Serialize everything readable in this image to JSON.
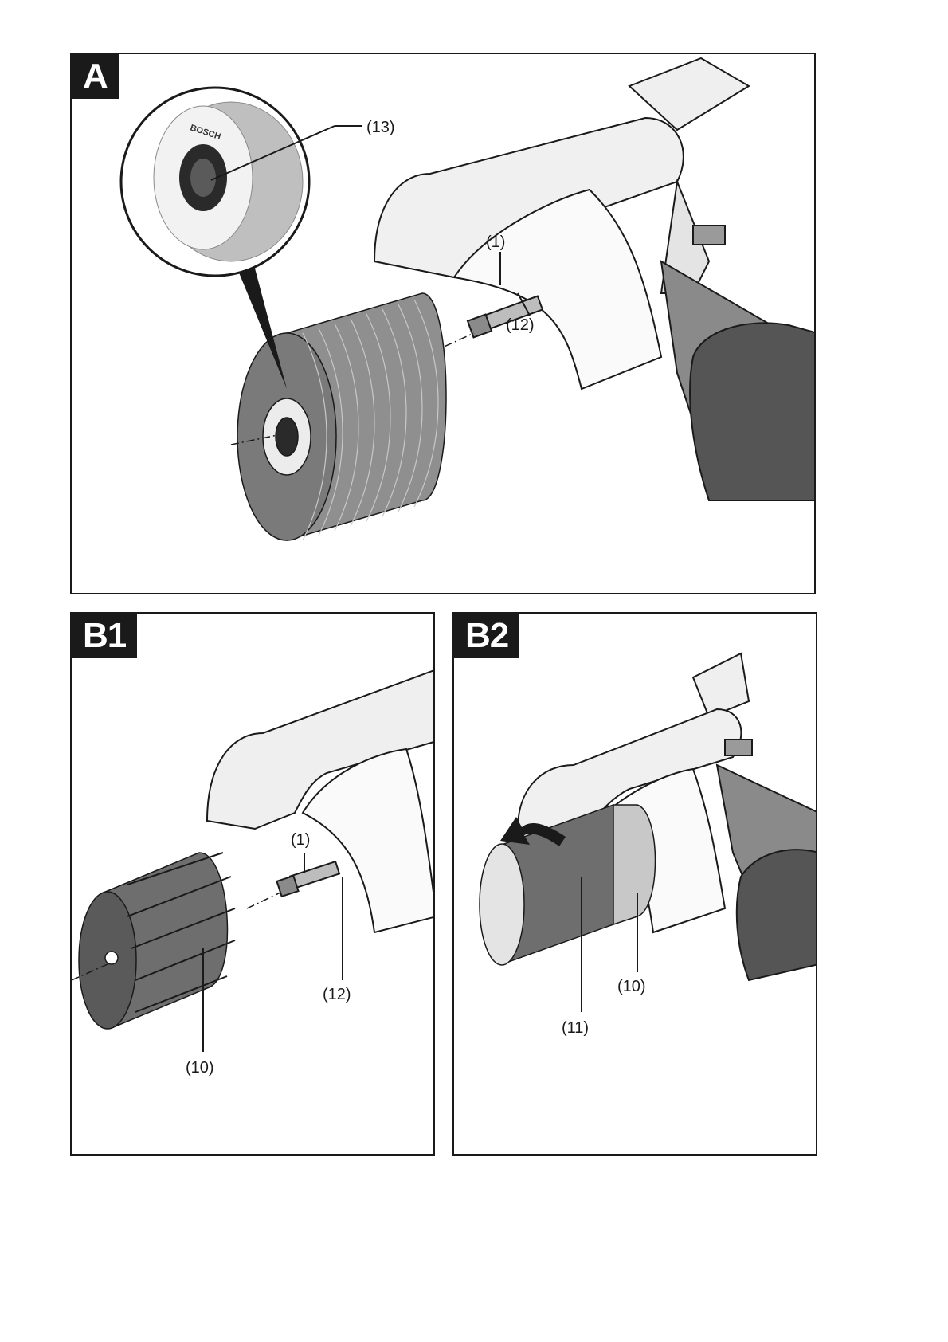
{
  "panels": {
    "a": {
      "tag": "A",
      "callouts": {
        "c13": "(13)",
        "c1": "(1)",
        "c12": "(12)"
      },
      "wheel_label": "BOSCH"
    },
    "b1": {
      "tag": "B1",
      "callouts": {
        "c1": "(1)",
        "c12": "(12)",
        "c10": "(10)"
      }
    },
    "b2": {
      "tag": "B2",
      "callouts": {
        "c11": "(11)",
        "c10": "(10)"
      }
    }
  },
  "colors": {
    "line": "#1a1a1a",
    "dark_gray": "#6e6e6e",
    "mid_gray": "#9a9a9a",
    "light_gray": "#d9d9d9",
    "handle": "#555555"
  }
}
